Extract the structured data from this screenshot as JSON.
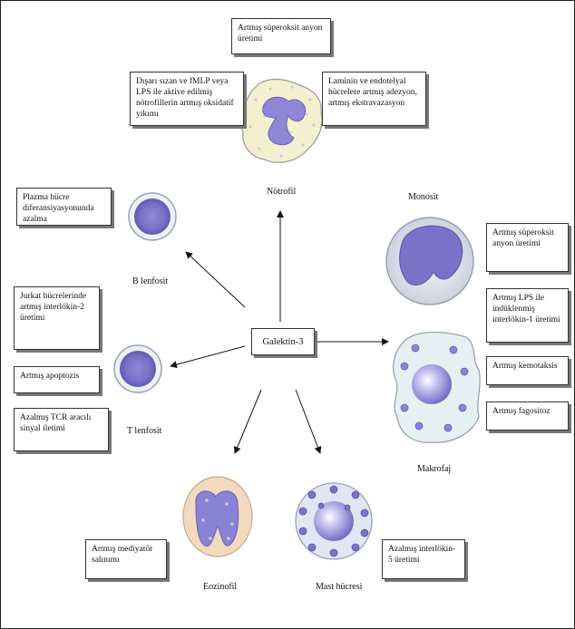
{
  "center": "Galektin-3",
  "cells": {
    "notrofil": "Nötrofil",
    "monosit": "Monosit",
    "makrofaj": "Makrofaj",
    "b_lenfosit": "B lenfosit",
    "t_lenfosit": "T lenfosit",
    "eozinofil": "Eozinofil",
    "mast": "Mast hücresi"
  },
  "boxes": {
    "superoxide_top": "Artmış süperoksit anyon üretimi",
    "oxidative": "Dışarı sızan ve fMLP veya LPS ile aktive edilmiş nötrofillerin artmış oksidatif yıkımı",
    "laminin": "Laminin ve endotelyal hücrelere artmış adezyon, artmış ekstravazasyon",
    "plasma": "Plazma hücre diferansiyasyonunda azalma",
    "jurkat": "Jurkat hücrelerinde artmış interlökin-2 üretimi",
    "apoptosis": "Artmış apoptozis",
    "tcr": "Azalmış TCR aracılı sinyal iletimi",
    "superoxide_right": "Artmış süperoksit anyon üretimi",
    "lps_il1": "Artmış LPS ile indüklenmiş interlökin-1 üretimi",
    "chemotaxis": "Artmış kemotaksis",
    "phagocytosis": "Artmış fagositoz",
    "mediator": "Artmış mediyatör salınımı",
    "il5": "Azalmış interlökin-5 üretimi"
  },
  "colors": {
    "nucleus": "#7b71c9",
    "nucleus_light": "#c9c4f0",
    "neutrophil_cytoplasm": "#f4efcf",
    "eosinophil_cytoplasm": "#f2d9c0",
    "macrophage_cytoplasm": "#e6f0f2",
    "lymphocyte_cytoplasm": "#eef0f8"
  }
}
